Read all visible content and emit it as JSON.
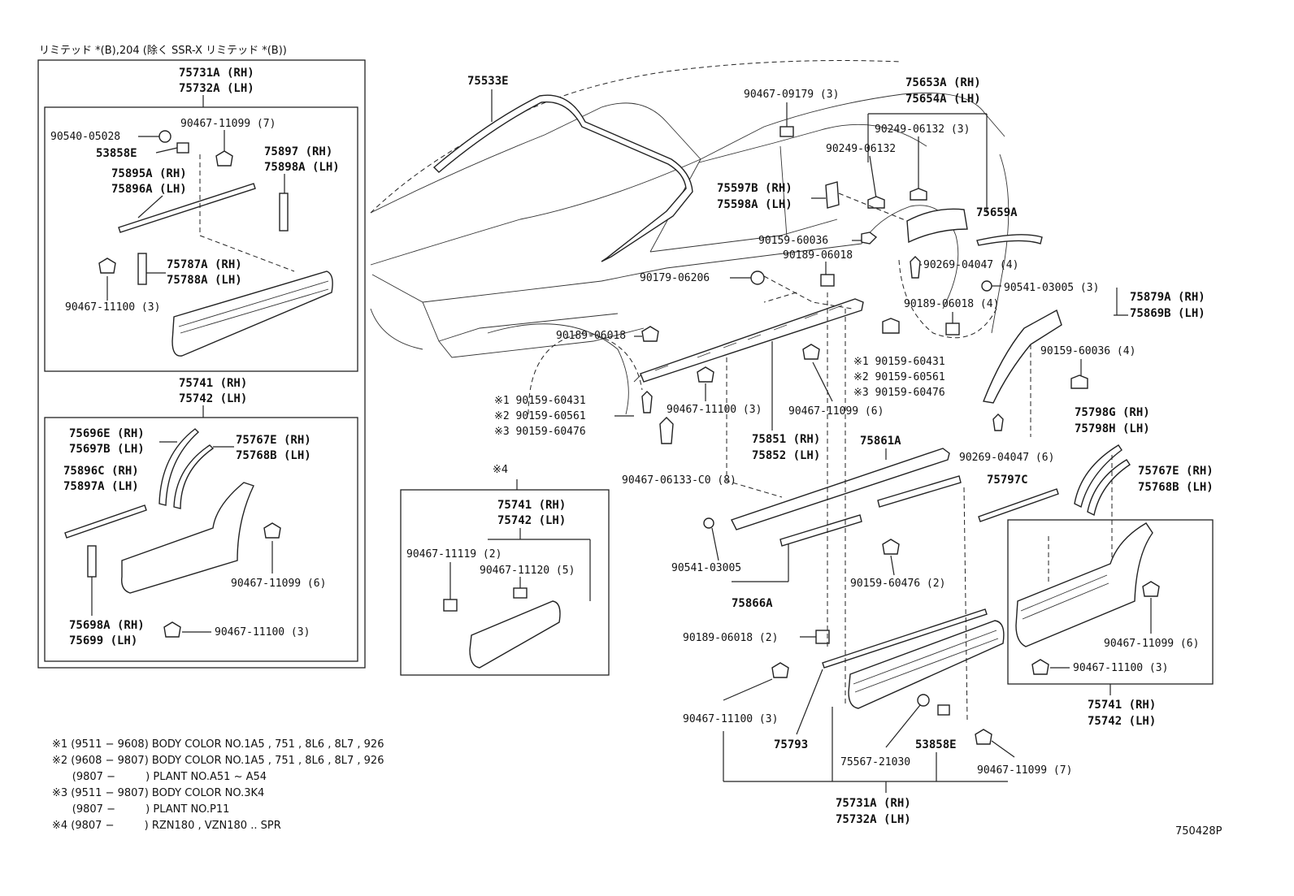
{
  "header": {
    "variant_note": "リミテッド *(B),204 (除く SSR-X リミテッド *(B))"
  },
  "diagram_id": "750428P",
  "left_box_top": {
    "title_rh": "75731A (RH)",
    "title_lh": "75732A (LH)",
    "parts": [
      "90540-05028",
      "90467-11099 (7)",
      "53858E",
      "75897 (RH)",
      "75898A (LH)",
      "75895A (RH)",
      "75896A (LH)",
      "75787A (RH)",
      "75788A (LH)",
      "90467-11100 (3)"
    ]
  },
  "left_box_bottom": {
    "title_rh": "75741 (RH)",
    "title_lh": "75742 (LH)",
    "parts": [
      "75696E (RH)",
      "75697B (LH)",
      "75767E (RH)",
      "75768B (LH)",
      "75896C (RH)",
      "75897A (LH)",
      "90467-11099 (6)",
      "75698A (RH)",
      "75699 (LH)",
      "90467-11100 (3)"
    ]
  },
  "mid_box": {
    "mark": "※4",
    "title_rh": "75741 (RH)",
    "title_lh": "75742 (LH)",
    "parts": [
      "90467-11119 (2)",
      "90467-11120 (5)"
    ]
  },
  "right_box": {
    "title_rh": "75741 (RH)",
    "title_lh": "75742 (LH)",
    "parts": [
      "90467-11099 (6)",
      "90467-11100 (3)"
    ]
  },
  "main_labels": [
    "75533E",
    "90467-09179 (3)",
    "75653A (RH)",
    "75654A (LH)",
    "90249-06132 (3)",
    "90249-06132",
    "75597B (RH)",
    "75598A (LH)",
    "75659A",
    "90159-60036",
    "90189-06018",
    "90269-04047 (4)",
    "90179-06206",
    "90541-03005 (3)",
    "75879A (RH)",
    "75869B (LH)",
    "90189-06018 (4)",
    "90189-06018",
    "※1 90159-60431",
    "※2 90159-60561",
    "※3 90159-60476",
    "90159-60036 (4)",
    "90467-11100 (3)",
    "90467-11099 (6)",
    "75798G (RH)",
    "75798H (LH)",
    "※1 90159-60431",
    "※2 90159-60561",
    "※3 90159-60476",
    "75851 (RH)",
    "75852 (LH)",
    "75861A",
    "90269-04047 (6)",
    "75767E (RH)",
    "75768B (LH)",
    "90467-06133-C0 (8)",
    "75797C",
    "90541-03005",
    "90159-60476 (2)",
    "75866A",
    "90189-06018 (2)",
    "90467-11100 (3)",
    "75793",
    "75567-21030",
    "53858E",
    "90467-11099 (7)",
    "75731A (RH)",
    "75732A (LH)"
  ],
  "footnotes": [
    "※1 (9511 − 9608) BODY COLOR NO.1A5 , 751 , 8L6 , 8L7 , 926",
    "※2 (9608 − 9807) BODY COLOR NO.1A5 , 751 , 8L6 , 8L7 , 926",
    "      (9807 −         ) PLANT NO.A51 ~ A54",
    "※3 (9511 − 9807) BODY COLOR NO.3K4",
    "      (9807 −         ) PLANT NO.P11",
    "※4 (9807 −         ) RZN180 , VZN180 .. SPR"
  ]
}
